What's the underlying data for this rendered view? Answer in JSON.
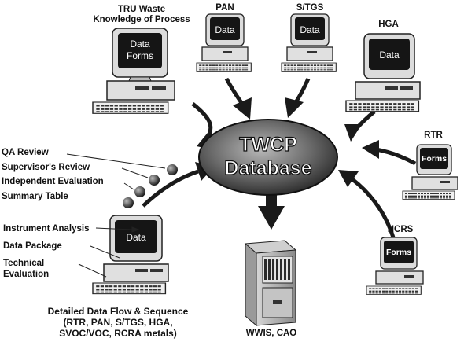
{
  "center": {
    "line1": "TWCP",
    "line2": "Database"
  },
  "sources": {
    "tru": {
      "line1": "TRU Waste",
      "line2": "Knowledge of Process",
      "screen1": "Data",
      "screen2": "Forms"
    },
    "pan": {
      "label": "PAN",
      "screen": "Data"
    },
    "stgs": {
      "label": "S/TGS",
      "screen": "Data"
    },
    "hga": {
      "label": "HGA",
      "screen": "Data"
    },
    "rtr": {
      "label": "RTR",
      "screen": "Forms"
    },
    "ncrs": {
      "label": "NCRS",
      "screen": "Forms"
    },
    "detailed": {
      "screen": "Data",
      "line1": "Detailed Data Flow & Sequence",
      "line2": "(RTR, PAN, S/TGS, HGA,",
      "line3": "SVOC/VOC, RCRA metals)"
    }
  },
  "review_steps": [
    "QA Review",
    "Supervisor's Review",
    "Independent Evaluation",
    "Summary Table"
  ],
  "inputs": [
    "Instrument Analysis",
    "Data Package",
    "Technical",
    "Evaluation"
  ],
  "output": {
    "label": "WWIS, CAO"
  }
}
